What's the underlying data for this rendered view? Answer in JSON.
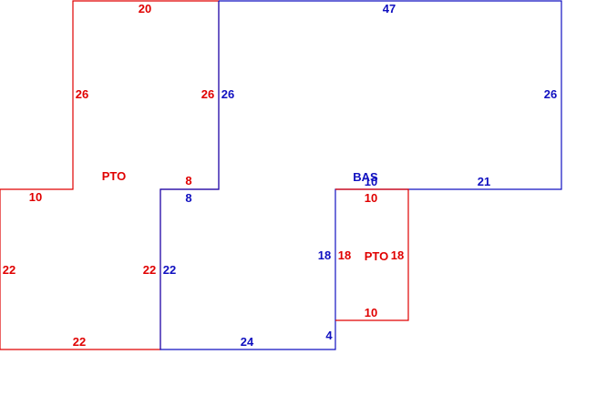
{
  "colors": {
    "pto": "#e00000",
    "bas": "#1010c0"
  },
  "areas": {
    "pto_left": "PTO",
    "bas": "BAS",
    "pto_small": "PTO"
  },
  "dimensions": {
    "pto_left_top": "20",
    "pto_left_upper_left": "26",
    "pto_left_upper_right": "26",
    "pto_left_step_top": "10",
    "pto_left_step_inner": "8",
    "pto_left_left": "22",
    "pto_left_right": "22",
    "pto_left_bottom": "22",
    "bas_top": "47",
    "bas_upper_left": "26",
    "bas_right": "26",
    "bas_lower_right_top": "21",
    "bas_inner_top": "10",
    "bas_step": "8",
    "bas_left": "22",
    "bas_bottom": "24",
    "bas_inner_left": "18",
    "bas_small_corner": "4",
    "pto_small_top": "10",
    "pto_small_left": "18",
    "pto_small_right": "18",
    "pto_small_bottom": "10"
  }
}
